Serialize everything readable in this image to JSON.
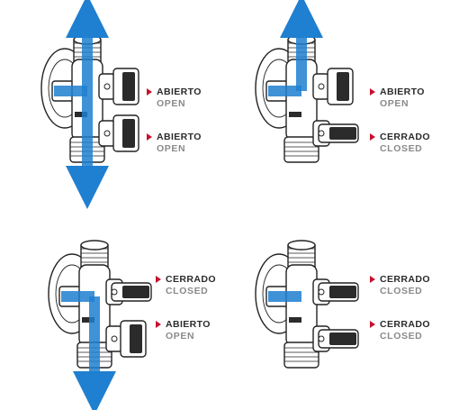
{
  "colors": {
    "flow": "#1f7fd0",
    "flow_light": "#6fb4ea",
    "handle_dark": "#2b2b2b",
    "outline": "#222222",
    "marker": "#c8102e"
  },
  "panels": [
    {
      "flow": "full",
      "top_valve": {
        "state_es": "ABIERTO",
        "state_en": "OPEN"
      },
      "bottom_valve": {
        "state_es": "ABIERTO",
        "state_en": "OPEN"
      }
    },
    {
      "flow": "top",
      "top_valve": {
        "state_es": "ABIERTO",
        "state_en": "OPEN"
      },
      "bottom_valve": {
        "state_es": "CERRADO",
        "state_en": "CLOSED"
      }
    },
    {
      "flow": "bottom",
      "top_valve": {
        "state_es": "CERRADO",
        "state_en": "CLOSED"
      },
      "bottom_valve": {
        "state_es": "ABIERTO",
        "state_en": "OPEN"
      }
    },
    {
      "flow": "none",
      "top_valve": {
        "state_es": "CERRADO",
        "state_en": "CLOSED"
      },
      "bottom_valve": {
        "state_es": "CERRADO",
        "state_en": "CLOSED"
      }
    }
  ]
}
